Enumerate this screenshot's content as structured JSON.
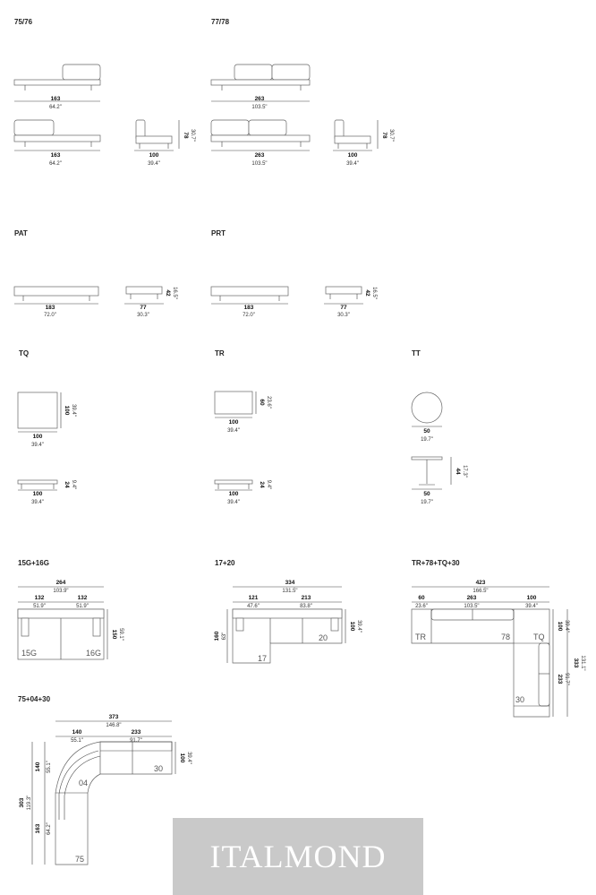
{
  "sections": {
    "s7576": "75/76",
    "s7778": "77/78",
    "pat": "PAT",
    "prt": "PRT",
    "tq": "TQ",
    "tr": "TR",
    "tt": "TT",
    "s15g16g": "15G+16G",
    "s1720": "17+20",
    "str78tq30": "TR+78+TQ+30",
    "s750430": "75+04+30"
  },
  "dims": {
    "w163": "163",
    "in642": "64.2\"",
    "w263": "263",
    "in1035": "103.5\"",
    "w100": "100",
    "in394": "39.4\"",
    "h78": "78",
    "in307": "30.7\"",
    "w183": "183",
    "in720": "72.0\"",
    "w77": "77",
    "in303": "30.3\"",
    "h42": "42",
    "in165": "16.5\"",
    "h60": "60",
    "in236": "23.6\"",
    "h24": "24",
    "in94": "9.4\"",
    "w50": "50",
    "in197": "19.7\"",
    "h44": "44",
    "in173": "17.3\"",
    "w264": "264",
    "in1039": "103.9\"",
    "w132": "132",
    "in519": "51.9\"",
    "h150": "150",
    "in591": "59.1\"",
    "w334": "334",
    "in1315": "131.5\"",
    "w121": "121",
    "in476": "47.6\"",
    "w213": "213",
    "in838": "83.8\"",
    "h160": "160",
    "in63": "63\"",
    "w423": "423",
    "in1665": "166.5\"",
    "in236b": "23.6\"",
    "h233": "233",
    "in917": "91.7\"",
    "h333": "333",
    "in1311": "131.1\"",
    "w373": "373",
    "in1468": "146.8\"",
    "w140": "140",
    "in551": "55.1\"",
    "h303": "303",
    "in1193": "119.3\"",
    "h140": "140",
    "h163": "163"
  },
  "labels": {
    "m15g": "15G",
    "m16g": "16G",
    "m17": "17",
    "m20": "20",
    "mtr": "TR",
    "m78": "78",
    "mtq": "TQ",
    "m30": "30",
    "m04": "04",
    "m75": "75"
  },
  "brand": {
    "logo": "ITALMOND"
  },
  "colors": {
    "line": "#666666",
    "logo_bg": "#c9c9c9",
    "logo_text": "#ffffff"
  }
}
